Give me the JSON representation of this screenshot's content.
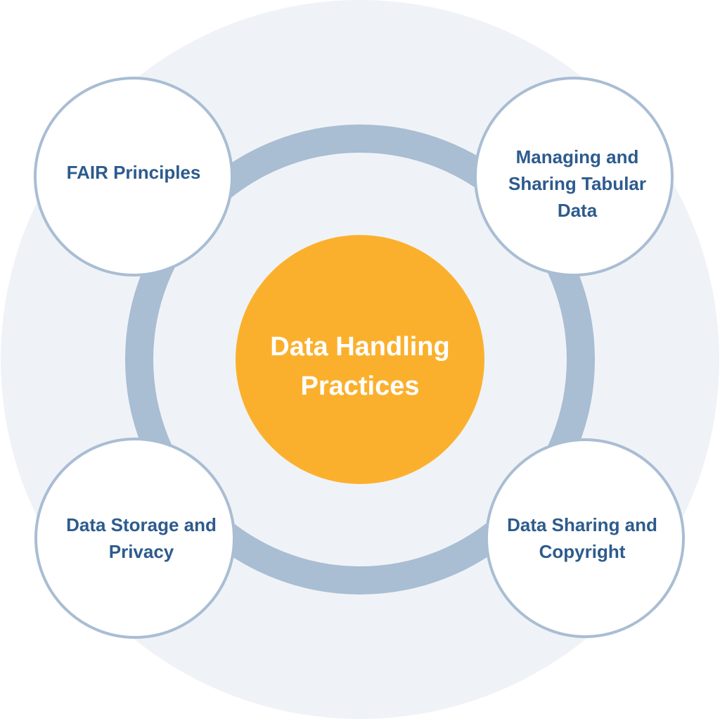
{
  "center": {
    "title": "Data Handling Practices"
  },
  "nodes": [
    {
      "label": "FAIR Principles"
    },
    {
      "label": "Managing and Sharing Tabular Data"
    },
    {
      "label": "Data Storage and Privacy"
    },
    {
      "label": "Data Sharing and Copyright"
    }
  ],
  "colors": {
    "background_circle": "#eff3f7",
    "ring": "#a9bdd3",
    "center": "#fbb02d",
    "node_text": "#2d5b8d"
  }
}
